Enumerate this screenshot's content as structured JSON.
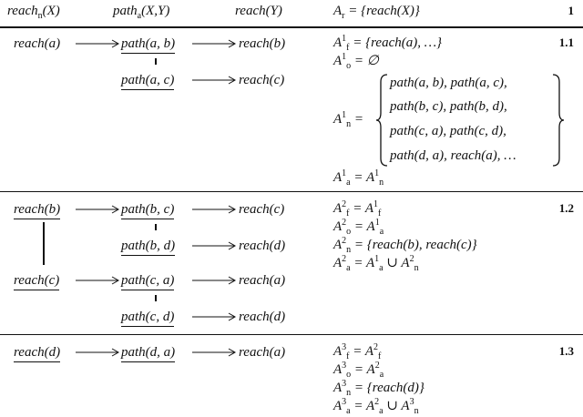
{
  "header": {
    "col1": {
      "base": "reach",
      "sub": "n",
      "args": "(X)"
    },
    "col2": {
      "base": "path",
      "sub": "a",
      "args": "(X,Y)"
    },
    "col3": "reach(Y)",
    "eq": {
      "sym": "A",
      "sub": "r",
      "rhs": "= {reach(X)}"
    },
    "number": "1"
  },
  "sections": [
    {
      "number": "1.1",
      "nodes": {
        "r1": "reach(a)",
        "p1": "path(a, b)",
        "p2": "path(a, c)",
        "o1": "reach(b)",
        "o2": "reach(c)"
      },
      "eqs": [
        {
          "sym": "A",
          "sub": "f",
          "sup": "1",
          "rhs": "= {reach(a), …}"
        },
        {
          "sym": "A",
          "sub": "o",
          "sup": "1",
          "rhs": "= ∅"
        },
        {
          "sym": "A",
          "sub": "n",
          "sup": "1",
          "rhs": "="
        },
        {
          "sym": "A",
          "sub": "a",
          "sup": "1",
          "rhs": "= A",
          "rsub": "n",
          "rsup": "1"
        }
      ],
      "set_lines": [
        "path(a, b), path(a, c),",
        "path(b, c), path(b, d),",
        "path(c, a), path(c, d),",
        "path(d, a), reach(a), …"
      ]
    },
    {
      "number": "1.2",
      "nodes": {
        "r1": "reach(b)",
        "r2": "reach(c)",
        "p1": "path(b, c)",
        "p2": "path(b, d)",
        "p3": "path(c, a)",
        "p4": "path(c, d)",
        "o1": "reach(c)",
        "o2": "reach(d)",
        "o3": "reach(a)",
        "o4": "reach(d)"
      },
      "eqs": [
        {
          "sym": "A",
          "sub": "f",
          "sup": "2",
          "rhs": "= A",
          "rsub": "f",
          "rsup": "1"
        },
        {
          "sym": "A",
          "sub": "o",
          "sup": "2",
          "rhs": "= A",
          "rsub": "a",
          "rsup": "1"
        },
        {
          "sym": "A",
          "sub": "n",
          "sup": "2",
          "rhs": "= {reach(b), reach(c)}"
        },
        {
          "sym": "A",
          "sub": "a",
          "sup": "2",
          "rhs": "= A",
          "rsub": "a",
          "rsup": "1",
          "tail": " ∪ A",
          "tsub": "n",
          "tsup": "2"
        }
      ]
    },
    {
      "number": "1.3",
      "nodes": {
        "r1": "reach(d)",
        "p1": "path(d, a)",
        "o1": "reach(a)"
      },
      "eqs": [
        {
          "sym": "A",
          "sub": "f",
          "sup": "3",
          "rhs": "= A",
          "rsub": "f",
          "rsup": "2"
        },
        {
          "sym": "A",
          "sub": "o",
          "sup": "3",
          "rhs": "= A",
          "rsub": "a",
          "rsup": "2"
        },
        {
          "sym": "A",
          "sub": "n",
          "sup": "3",
          "rhs": "= {reach(d)}"
        },
        {
          "sym": "A",
          "sub": "a",
          "sup": "3",
          "rhs": "= A",
          "rsub": "a",
          "rsup": "2",
          "tail": " ∪ A",
          "tsub": "n",
          "tsup": "3"
        }
      ]
    }
  ]
}
